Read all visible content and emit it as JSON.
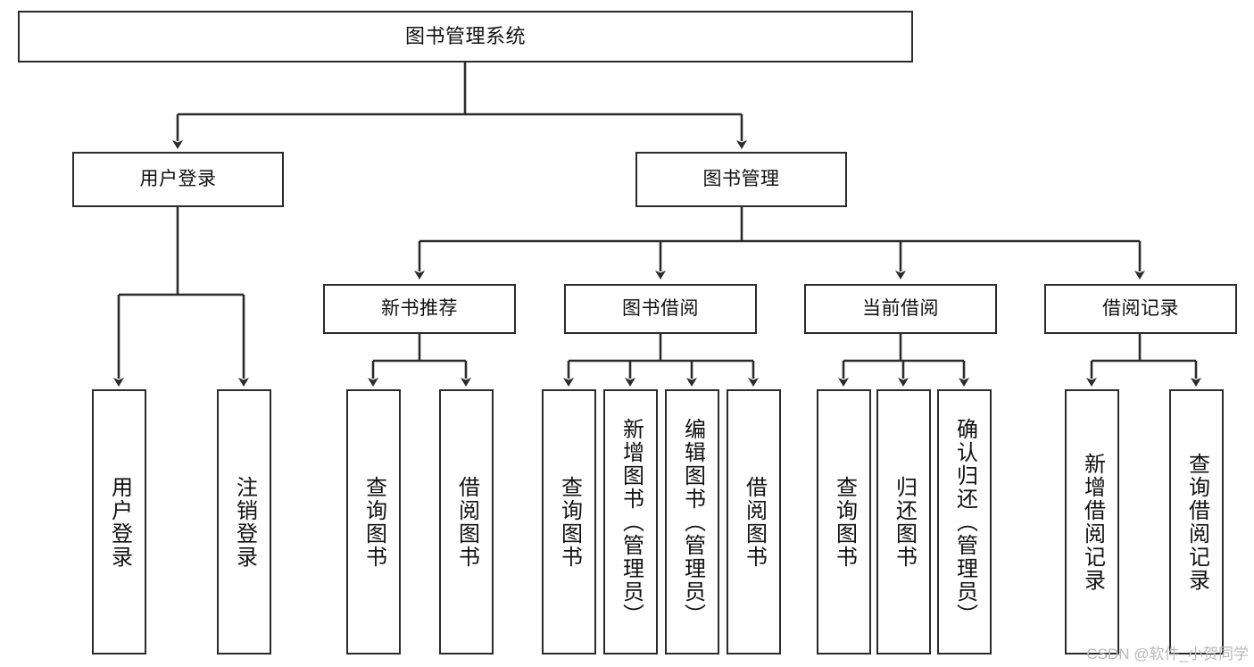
{
  "diagram": {
    "title": "图书管理系统",
    "type": "tree-hierarchy-diagram",
    "colors": {
      "box_border": "#2b2b2b",
      "box_fill": "#ffffff",
      "edge": "#2b2b2b",
      "text": "#111111",
      "watermark": "#b9b9b9",
      "background": "#ffffff"
    },
    "watermark": "CSDN @软件_小贺同学"
  },
  "nodes": {
    "root": {
      "label": "图书管理系统"
    },
    "level2": [
      {
        "id": "user-login",
        "label": "用户登录"
      },
      {
        "id": "book-management",
        "label": "图书管理"
      }
    ],
    "level3": [
      {
        "id": "new-book-recommend",
        "label": "新书推荐"
      },
      {
        "id": "book-borrow",
        "label": "图书借阅"
      },
      {
        "id": "current-borrow",
        "label": "当前借阅"
      },
      {
        "id": "borrow-record",
        "label": "借阅记录"
      }
    ],
    "leaves": {
      "user_login": [
        {
          "id": "leaf-user-login",
          "label": "用户登录"
        },
        {
          "id": "leaf-logout-login",
          "label": "注销登录"
        }
      ],
      "new_book_recommend": [
        {
          "id": "leaf-query-book-1",
          "label": "查询图书"
        },
        {
          "id": "leaf-borrow-book-1",
          "label": "借阅图书"
        }
      ],
      "book_borrow": [
        {
          "id": "leaf-query-book-2",
          "label": "查询图书"
        },
        {
          "id": "leaf-add-book",
          "label": "新增图书（管理员）"
        },
        {
          "id": "leaf-edit-book",
          "label": "编辑图书（管理员）"
        },
        {
          "id": "leaf-borrow-book-2",
          "label": "借阅图书"
        }
      ],
      "current_borrow": [
        {
          "id": "leaf-query-book-3",
          "label": "查询图书"
        },
        {
          "id": "leaf-return-book",
          "label": "归还图书"
        },
        {
          "id": "leaf-confirm-return",
          "label": "确认归还（管理员）"
        }
      ],
      "borrow_record": [
        {
          "id": "leaf-add-record",
          "label": "新增借阅记录"
        },
        {
          "id": "leaf-query-record",
          "label": "查询借阅记录"
        }
      ]
    }
  }
}
